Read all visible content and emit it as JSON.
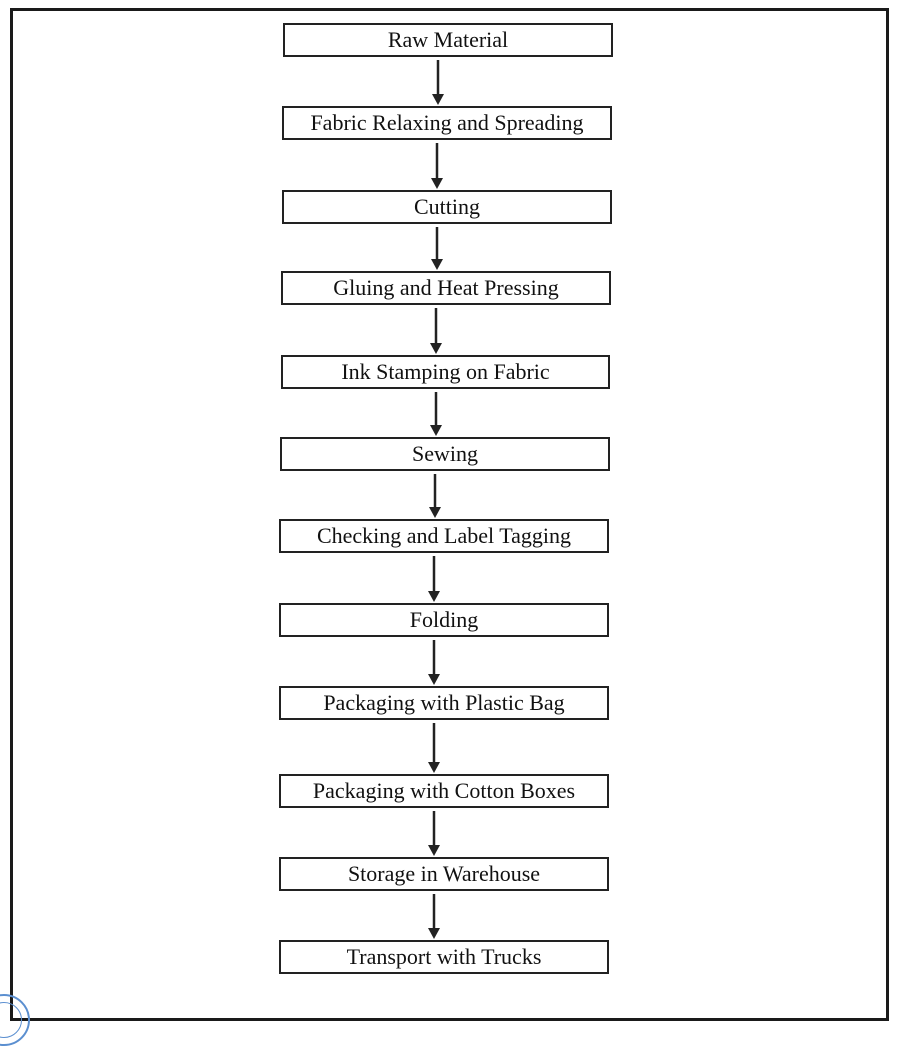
{
  "flowchart": {
    "steps": [
      {
        "label": "Raw Material"
      },
      {
        "label": "Fabric Relaxing and Spreading"
      },
      {
        "label": "Cutting"
      },
      {
        "label": "Gluing and Heat Pressing"
      },
      {
        "label": "Ink Stamping on Fabric"
      },
      {
        "label": "Sewing"
      },
      {
        "label": "Checking and Label Tagging"
      },
      {
        "label": "Folding"
      },
      {
        "label": "Packaging with Plastic Bag"
      },
      {
        "label": "Packaging with Cotton Boxes"
      },
      {
        "label": "Storage in Warehouse"
      },
      {
        "label": "Transport with Trucks"
      }
    ]
  },
  "colors": {
    "border": "#222222",
    "stamp": "#5b8fd0"
  }
}
